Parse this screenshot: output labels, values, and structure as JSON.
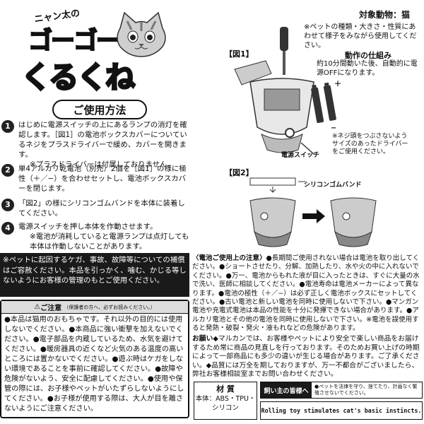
{
  "logo": {
    "small_text": "ニャン太の",
    "go_text": "ゴーゴー",
    "main_text": "くるくね"
  },
  "title": "ご使用方法",
  "steps": [
    {
      "num": "1",
      "text": "はじめに電源スイッチの上にあるランプの消灯を確認します。［図1］の電池ボックスカバーについているネジをプラスドライバーで緩め、カバーを開きます。",
      "note": "※プラスドライバーは付属しておりません。"
    },
    {
      "num": "2",
      "text": "単4アルカリ乾電池（別売）2個を［図1］の様に極性（＋／−）を合わせセットし、電池ボックスカバーを閉じます。",
      "note": ""
    },
    {
      "num": "3",
      "text": "「図2」の様にシリコンゴムバンドを本体に装着してください。",
      "note": ""
    },
    {
      "num": "4",
      "text": "電源スイッチを押し本体を作動させます。",
      "note": "※電池が消耗していると電源ランプは点灯しても本体は作動しないことがあります。"
    }
  ],
  "right_top": {
    "target": "対象動物：猫",
    "note": "※ペットの種類・大きさ・性質にあわせて様子をみながら使用してください。",
    "mechanism_title": "動作の仕組み",
    "mechanism_text": "約10分間動いた後、自動的に電源OFFになります。",
    "fig1": "【図1】",
    "fig2": "【図2】",
    "screw_note": "※ネジ頭をつぶさないようサイズのあったドライバーをご使用ください。",
    "switch_label": "電源スイッチ",
    "band_label": "シリコンゴムバンド",
    "plus": "＋",
    "minus": "−"
  },
  "warning": "※ペットに起因するケガ、事故、故障等についての補償はご容赦ください。本品を引っかく、噛む、かじる等しないようにお客様の管理のもとご使用ください。",
  "caution": {
    "title": "ご注意",
    "subtitle": "（保護者の方へ、必ずお読みください。）",
    "body": "●本品は猫用のおもちゃです。それ以外の目的には使用しないでください。●本商品に強い衝撃を加えないでください。●電子部品を内蔵しているため、水気を避けてください。●暖房器具の近くなど火気のある温度の高いところには置かないでください。●遊ぶ時はケガをしない環境であることを事前に確認してください。●故障や危険がないよう、安全に配慮してください。●使用や保管の際には、お子様やペットがいたずらしないようにしてください。●お子様が使用する際は、大人が目を離さないようにご注意ください。"
  },
  "battery": {
    "title": "〈電池ご使用上の注意〉",
    "body": "●長期間ご使用されない場合は電池を取り出してください。●ショートさせたり、分解、加熱したり、水や火の中に入れないでください。●万一、電池からもれた液が目に入ったときは、すぐに大量の水で洗い、医師に相談してください。●電池寿命は電池メーカーによって異なります。●電池の極性（＋／−）は必ず正しく電池ボックスにセットしてください。●古い電池と新しい電池を同時に使用しないで下さい。●マンガン電池や充電式電池は本品の性能を十分に発揮できない場合があります。●アルカリ電池とその他の電池を同時に使用しないで下さい。※電池を誤使用すると発熱・破裂・発火・液もれなどの危険があります。"
  },
  "request": {
    "label": "お願い",
    "body": "◆マルカンでは、お客様やペットにより安全で楽しい商品をお届けするため常に商品の見直しを行っております。そのためお買い上げの時期によって一部商品にも多少の違いが生じる場合があります。ご了承ください。◆品質には万全を期しておりますが、万一不都合がございましたら、弊社お客様相談室までお問い合わせください。"
  },
  "material": {
    "title": "材 質",
    "line1": "本体：ABS・TPU・",
    "line2": "シリコン"
  },
  "owner": {
    "label": "飼い主の皆様へ",
    "text": "●ペットを法律を守り、捨てたり、計画なく繁殖させないでください。"
  },
  "english": "Rolling toy stimulates cat's basic instincts."
}
